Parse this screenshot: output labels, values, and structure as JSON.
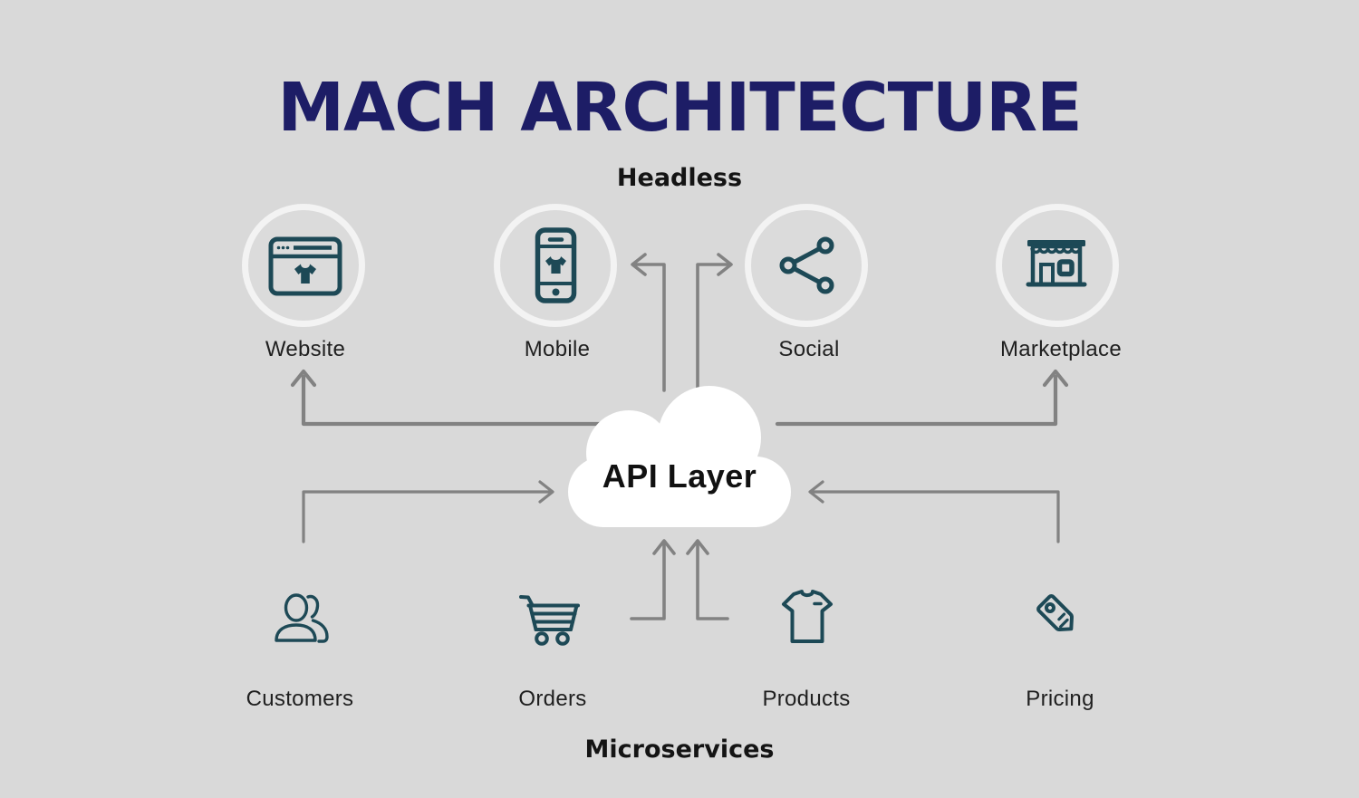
{
  "title": "MACH ARCHITECTURE",
  "headless": {
    "label": "Headless"
  },
  "api_layer": {
    "label": "API Layer"
  },
  "microservices_section": {
    "label": "Microservices"
  },
  "channels": [
    {
      "label": "Website",
      "icon": "website-browser-icon"
    },
    {
      "label": "Mobile",
      "icon": "mobile-phone-icon"
    },
    {
      "label": "Social",
      "icon": "social-share-icon"
    },
    {
      "label": "Marketplace",
      "icon": "storefront-icon"
    }
  ],
  "services": [
    {
      "label": "Customers",
      "icon": "customers-people-icon"
    },
    {
      "label": "Orders",
      "icon": "shopping-cart-icon"
    },
    {
      "label": "Products",
      "icon": "tshirt-icon"
    },
    {
      "label": "Pricing",
      "icon": "price-tag-icon"
    }
  ],
  "colors": {
    "background": "#d9d9d9",
    "title": "#1d1d66",
    "text": "#1a1a1a",
    "icon": "#1d4956",
    "arrow": "#828282",
    "circle_ring": "#f3f3f3",
    "cloud": "#ffffff"
  }
}
